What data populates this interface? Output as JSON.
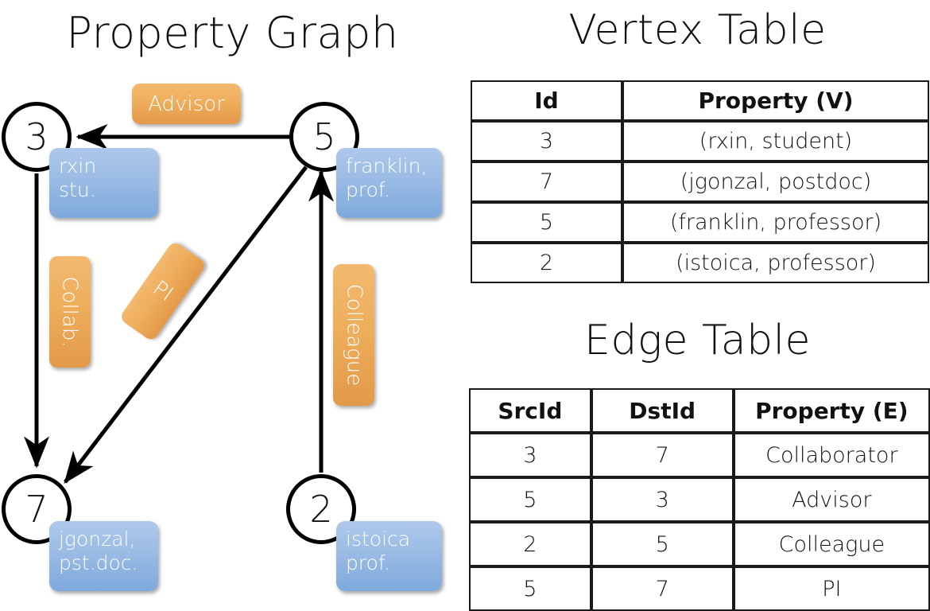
{
  "titles": {
    "graph": "Property Graph",
    "vertex_table": "Vertex Table",
    "edge_table": "Edge Table"
  },
  "graph": {
    "nodes": [
      {
        "id": "3",
        "label_line1": "rxin",
        "label_line2": "stu."
      },
      {
        "id": "5",
        "label_line1": "franklin,",
        "label_line2": "prof."
      },
      {
        "id": "7",
        "label_line1": "jgonzal,",
        "label_line2": "pst.doc."
      },
      {
        "id": "2",
        "label_line1": "istoica",
        "label_line2": "prof."
      }
    ],
    "edge_labels": [
      {
        "text": "Advisor"
      },
      {
        "text": "Collab."
      },
      {
        "text": "PI"
      },
      {
        "text": "Colleague"
      }
    ],
    "edges": [
      {
        "from": "5",
        "to": "3",
        "label": "Advisor"
      },
      {
        "from": "3",
        "to": "7",
        "label": "Collab."
      },
      {
        "from": "5",
        "to": "7",
        "label": "PI"
      },
      {
        "from": "2",
        "to": "5",
        "label": "Colleague"
      }
    ]
  },
  "vertex_table": {
    "headers": [
      "Id",
      "Property (V)"
    ],
    "rows": [
      [
        "3",
        "(rxin, student)"
      ],
      [
        "7",
        "(jgonzal, postdoc)"
      ],
      [
        "5",
        "(franklin, professor)"
      ],
      [
        "2",
        "(istoica, professor)"
      ]
    ]
  },
  "edge_table": {
    "headers": [
      "SrcId",
      "DstId",
      "Property (E)"
    ],
    "rows": [
      [
        "3",
        "7",
        "Collaborator"
      ],
      [
        "5",
        "3",
        "Advisor"
      ],
      [
        "2",
        "5",
        "Colleague"
      ],
      [
        "5",
        "7",
        "PI"
      ]
    ]
  },
  "colors": {
    "vertex_property_fill": "#d6e0f2",
    "edge_property_fill": "#f6ddc3",
    "node_box_blue": "#9dbde5",
    "edge_box_orange": "#eeae5c",
    "stroke": "#000000",
    "background": "#ffffff"
  }
}
